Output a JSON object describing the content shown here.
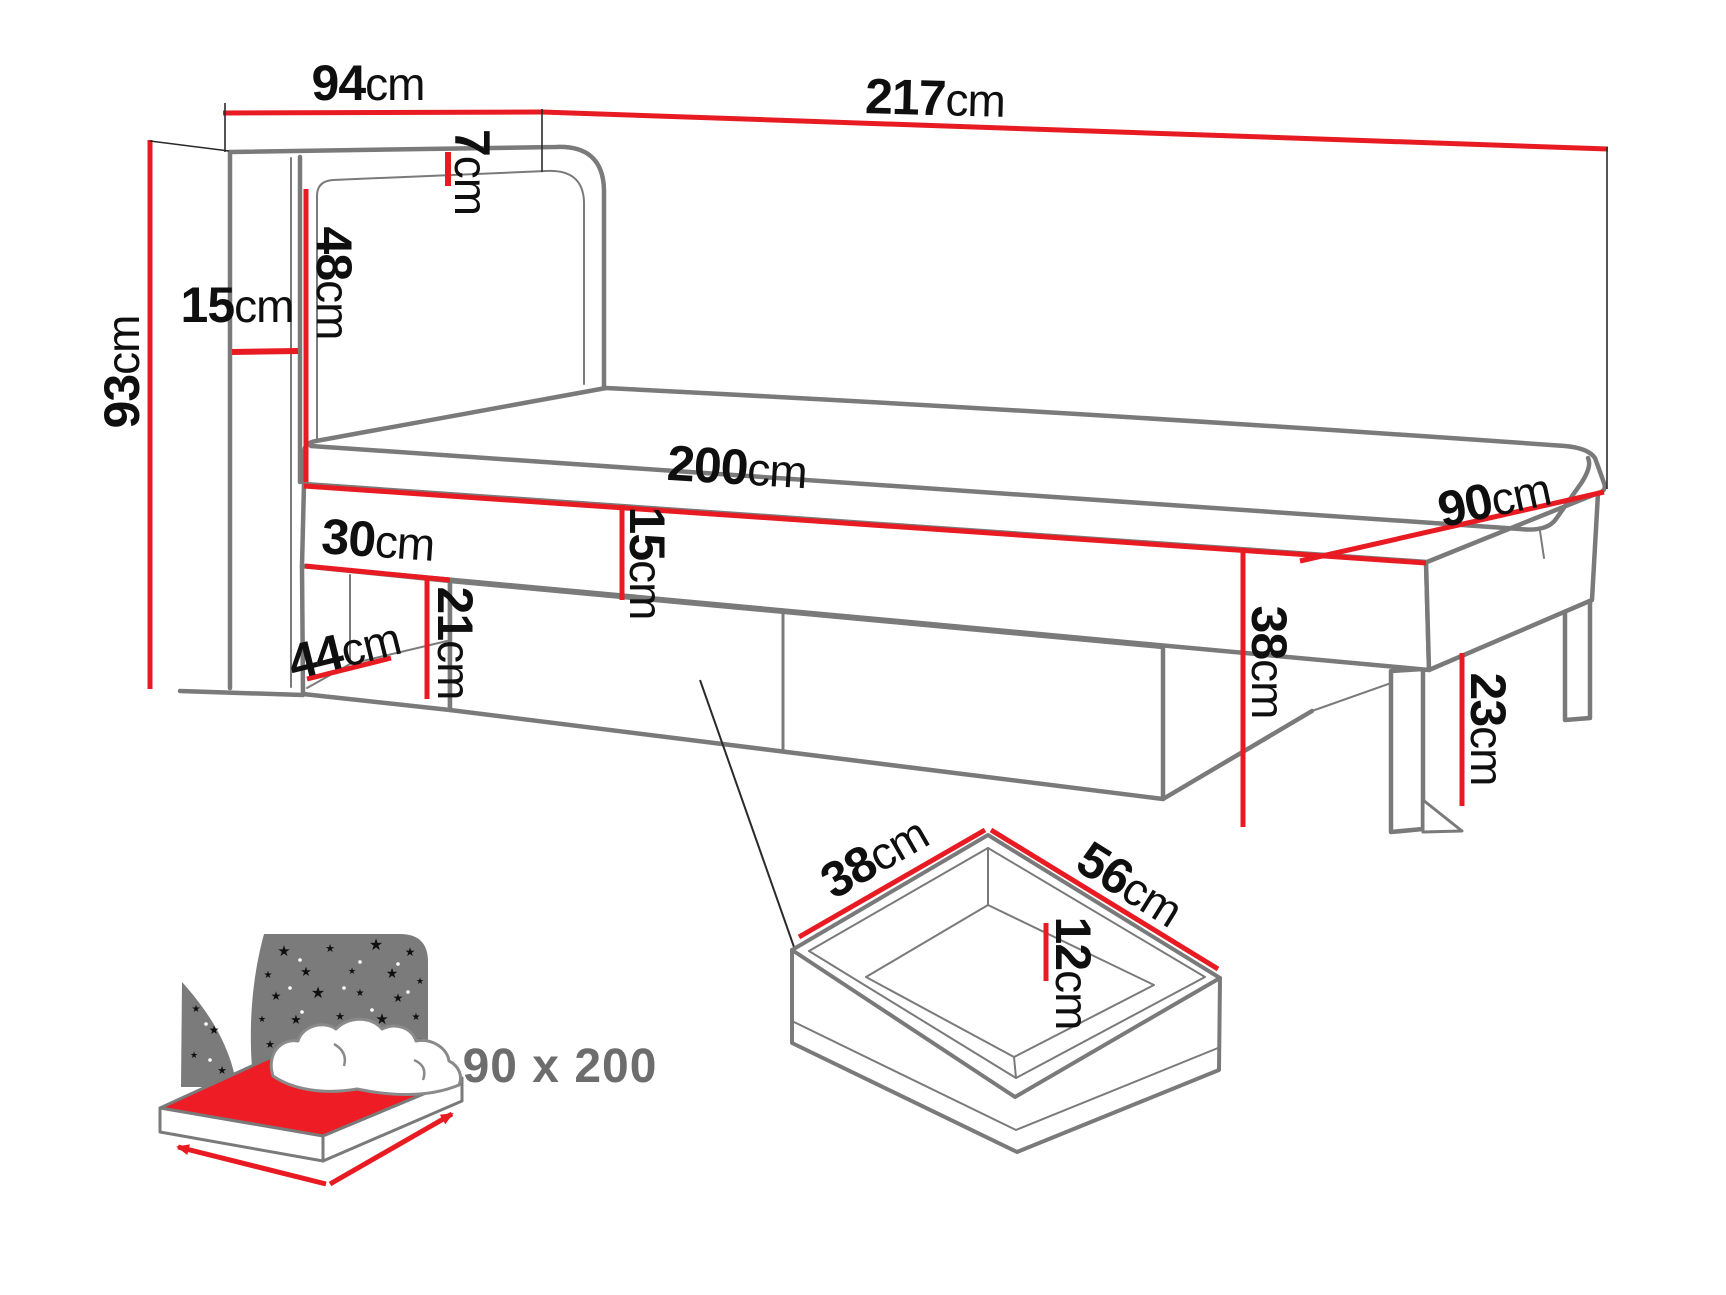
{
  "diagram": {
    "type": "furniture technical drawing - single bed with headboard, wall panel, under-bed drawers and legs",
    "unit_default": "cm",
    "colors": {
      "dimension_line": "#e81b22",
      "structure_outline": "#7a7a7a",
      "label_text": "#0f0f0f",
      "icon_grey": "#7b7b7b",
      "icon_red": "#ee1c24",
      "icon_text": "#6d6d6d",
      "background": "#ffffff"
    },
    "dimensions": {
      "headboard_width": {
        "value": "94",
        "unit": "cm"
      },
      "total_length": {
        "value": "217",
        "unit": "cm"
      },
      "total_height": {
        "value": "93",
        "unit": "cm"
      },
      "headboard_top": {
        "value": "7",
        "unit": "cm"
      },
      "headboard_height": {
        "value": "48",
        "unit": "cm"
      },
      "side_panel_depth": {
        "value": "15",
        "unit": "cm"
      },
      "bed_length": {
        "value": "200",
        "unit": "cm"
      },
      "rail_height": {
        "value": "15",
        "unit": "cm"
      },
      "niche_width": {
        "value": "30",
        "unit": "cm"
      },
      "niche_height": {
        "value": "21",
        "unit": "cm"
      },
      "niche_depth": {
        "value": "44",
        "unit": "cm"
      },
      "mattress_width": {
        "value": "90",
        "unit": "cm"
      },
      "underbed_height": {
        "value": "38",
        "unit": "cm"
      },
      "leg_height": {
        "value": "23",
        "unit": "cm"
      },
      "drawer_width": {
        "value": "38",
        "unit": "cm"
      },
      "drawer_length": {
        "value": "56",
        "unit": "cm"
      },
      "drawer_depth": {
        "value": "12",
        "unit": "cm"
      }
    },
    "icon": {
      "size_label": "90 x 200"
    }
  }
}
